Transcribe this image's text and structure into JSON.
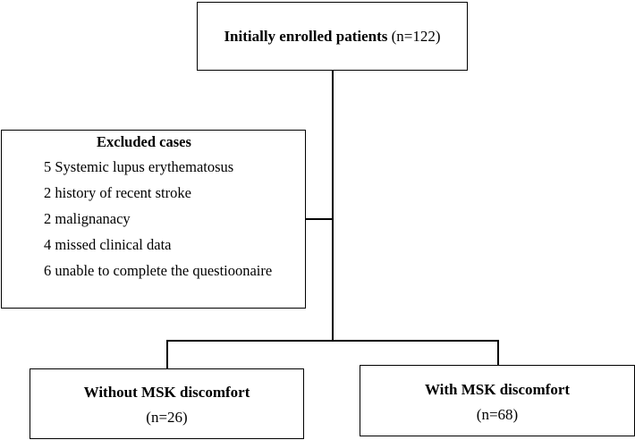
{
  "enrolled": {
    "label": "Initially enrolled patients",
    "count": "(n=122)"
  },
  "excluded": {
    "title": "Excluded cases",
    "items": [
      "5 Systemic lupus erythematosus",
      "2 history of recent stroke",
      "2 malignanacy",
      "4 missed clinical data",
      "6 unable to complete the questioonaire"
    ]
  },
  "groups": {
    "without": {
      "label": "Without MSK discomfort",
      "count": "(n=26)"
    },
    "with": {
      "label": "With MSK discomfort",
      "count": "(n=68)"
    }
  }
}
